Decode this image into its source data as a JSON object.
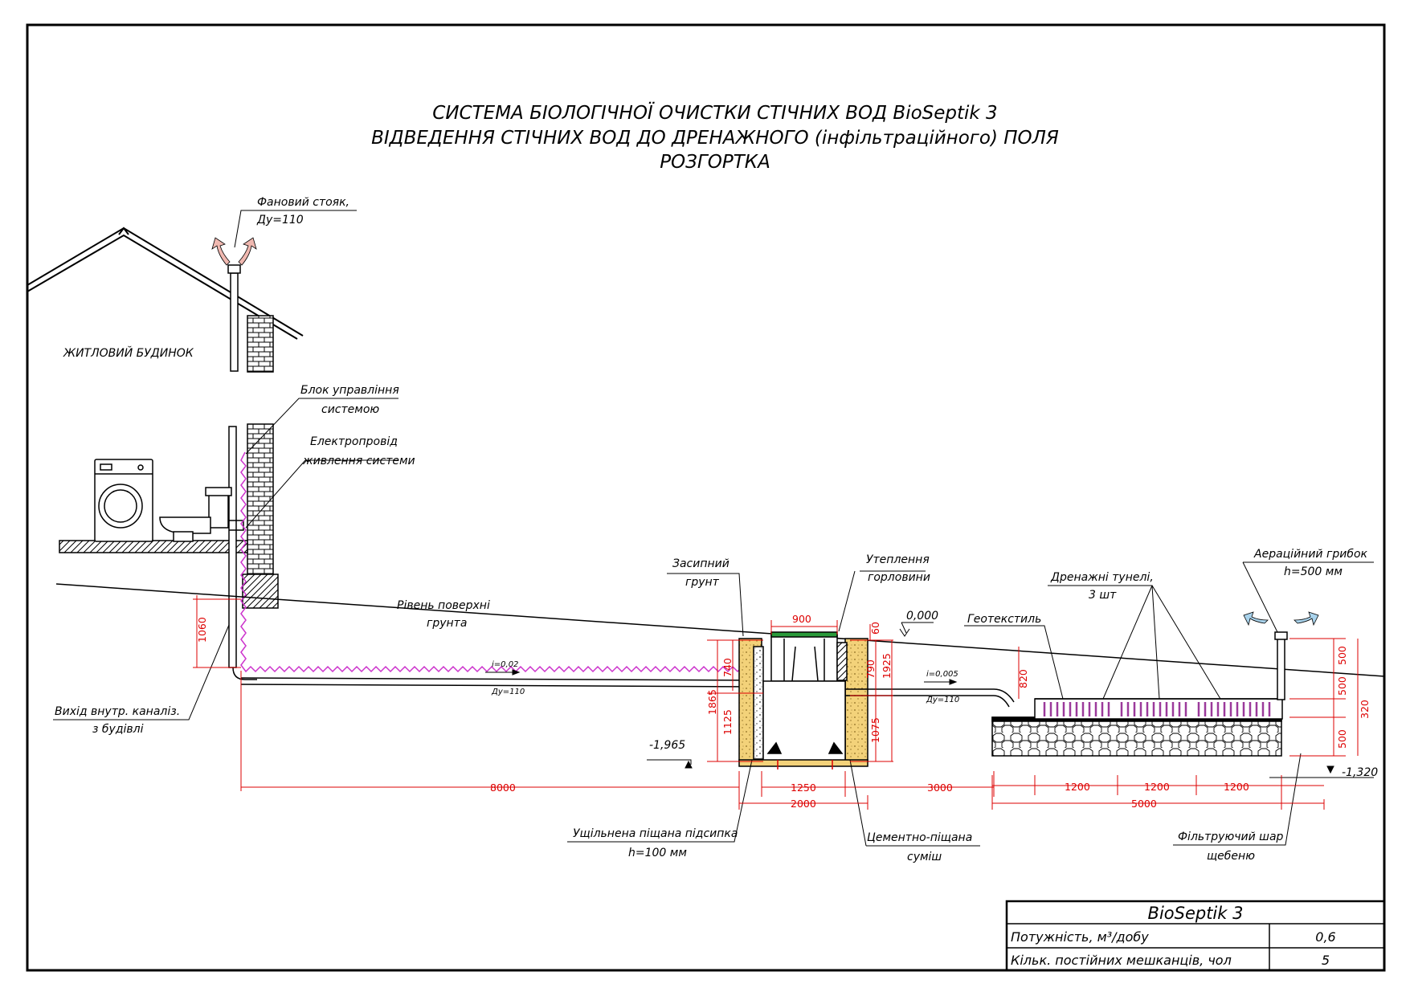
{
  "title": {
    "line1": "СИСТЕМА БІОЛОГІЧНОЇ ОЧИСТКИ СТІЧНИХ ВОД  BioSeptik 3",
    "line2": "ВІДВЕДЕННЯ СТІЧНИХ ВОД ДО ДРЕНАЖНОГО (інфільтраційного) ПОЛЯ",
    "line3": "РОЗГОРТКА"
  },
  "labels": {
    "house": "ЖИТЛОВИЙ БУДИНОК",
    "riser_1": "Фановий стояк,",
    "riser_2": "Ду=110",
    "control_1": "Блок управління",
    "control_2": "системою",
    "cable_1": "Електропровід",
    "cable_2": "живлення системи",
    "ground_1": "Рівень поверхні",
    "ground_2": "грунта",
    "outlet_1": "Вихід внутр. каналіз.",
    "outlet_2": "з будівлі",
    "backfill_1": "Засипний",
    "backfill_2": "грунт",
    "insul_1": "Утеплення",
    "insul_2": "горловини",
    "zero_level": "0,000",
    "geotextile": "Геотекстиль",
    "tunnels_1": "Дренажні тунелі,",
    "tunnels_2": "3 шт",
    "aerator_1": "Аераційний грибок",
    "aerator_2": "h=500 мм",
    "sand_1": "Ущільнена піщана підсипка",
    "sand_2": "h=100 мм",
    "cement_1": "Цементно-піщана",
    "cement_2": "суміш",
    "gravel_1": "Фільтруючий шар",
    "gravel_2": "щебеню",
    "level_tank": "-1,965",
    "level_field": "-1,320",
    "slope_1": "i=0,02",
    "pipe_1": "Ду=110",
    "slope_2": "i=0,005",
    "pipe_2": "Ду=110"
  },
  "dims": {
    "d8000": "8000",
    "d1060": "1060",
    "d900": "900",
    "d60": "60",
    "d740": "740",
    "d1865": "1865",
    "d1125": "1125",
    "d790": "790",
    "d1925": "1925",
    "d1075": "1075",
    "d1250": "1250",
    "d2000": "2000",
    "d3000": "3000",
    "d820": "820",
    "d1200a": "1200",
    "d1200b": "1200",
    "d1200c": "1200",
    "d5000": "5000",
    "d500a": "500",
    "d500b": "500",
    "d320": "320",
    "d500c": "500"
  },
  "table": {
    "name": "BioSeptik 3",
    "row1_label": "Потужність, м³/добу",
    "row1_value": "0,6",
    "row2_label": "Кільк. постійних мешканців, чол",
    "row2_value": "5"
  },
  "colors": {
    "dimension": "#dd0000",
    "cable": "#cc33cc",
    "backfill": "#f3d27a",
    "lid": "#2a9a3a",
    "tunnel": "#9b3a9b",
    "vent_arrow": "#f0b8b0",
    "air_arrow": "#a9d3ec"
  }
}
